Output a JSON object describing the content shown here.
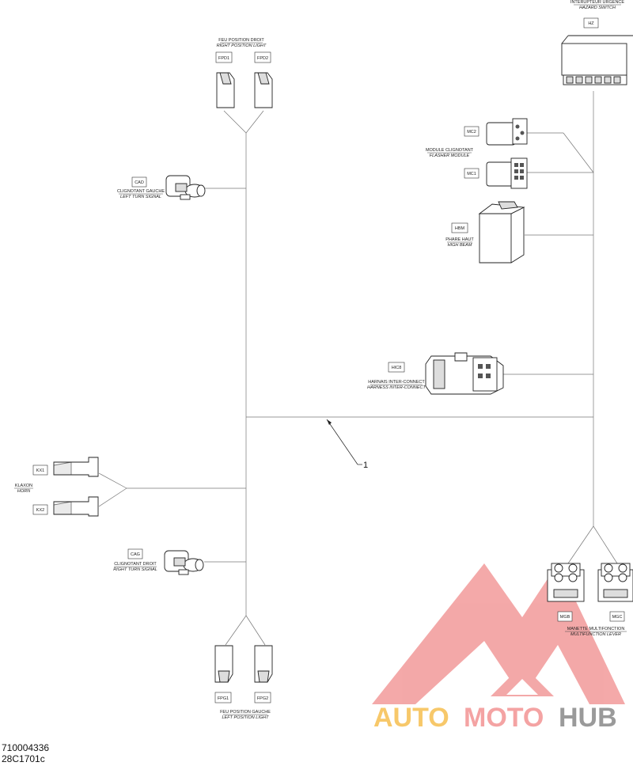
{
  "components": {
    "hazard_switch": {
      "code": "HZ",
      "fr": "INTERUPTEUR URGENCE",
      "en": "HAZARD SWITCH"
    },
    "right_position_light": {
      "fr": "FEU POSITION DROIT",
      "en": "RIGHT POSITION LIGHT",
      "codes": [
        "FPD1",
        "FPD2"
      ]
    },
    "flasher_module": {
      "fr": "MODULE CLIGNOTANT",
      "en": "FLASHER MODULE",
      "codes": [
        "MC2",
        "MC1"
      ]
    },
    "left_turn_signal": {
      "code": "CAD",
      "fr": "CLIGNOTANT GAUCHE",
      "en": "LEFT TURN SIGNAL"
    },
    "high_beam": {
      "code": "HBM",
      "fr": "PHARE HAUT",
      "en": "HIGH BEAM"
    },
    "harness_interconnect": {
      "code": "HIC8",
      "fr": "HARNAIS INTER-CONNECT",
      "en": "HARNESS INTER-CONNECT"
    },
    "horn": {
      "fr": "KLAXON",
      "en": "HORN",
      "codes": [
        "KX1",
        "KX2"
      ]
    },
    "right_turn_signal": {
      "code": "CAG",
      "fr": "CLIGNOTANT DROIT",
      "en": "RIGHT TURN SIGNAL"
    },
    "multifunction_lever": {
      "fr": "MANETTE MULTIFONCTION",
      "en": "MULTIFUNCTION LEVER",
      "codes": [
        "MGB",
        "MGC"
      ]
    },
    "left_position_light": {
      "fr": "FEU POSITION GAUCHE",
      "en": "LEFT POSITION LIGHT",
      "codes": [
        "FPG1",
        "FPG2"
      ]
    }
  },
  "callout": "1",
  "footer": {
    "part_number": "710004336",
    "figure_id": "28C1701c"
  },
  "watermark": {
    "auto": "AUTO",
    "moto": "MOTO",
    "hub": "HUB",
    "colors": {
      "auto": "#f7c86a",
      "moto": "#f4a3a3",
      "hub": "#9a9a9a",
      "logo": "#f29a9a"
    }
  }
}
